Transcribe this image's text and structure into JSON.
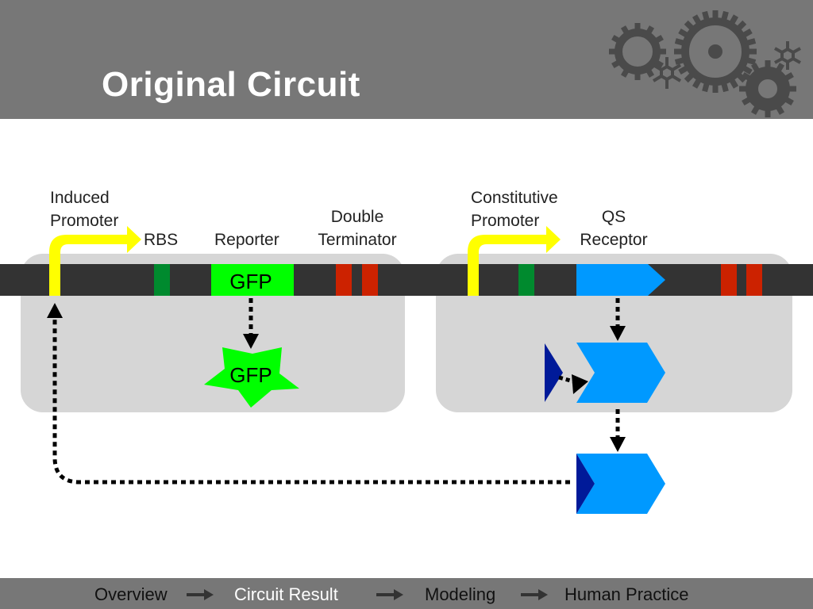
{
  "slide": {
    "title": "Original Circuit"
  },
  "colors": {
    "header": "#777777",
    "dna_backbone": "#333333",
    "promoter": "#ffff00",
    "rbs": "#008a2e",
    "gfp": "#00ff00",
    "terminator": "#cc2200",
    "qs_receptor": "#0099ff",
    "signal_molecule": "#001a99",
    "cell_region": "#d6d6d6"
  },
  "left_circuit": {
    "promoter_label": [
      "Induced",
      "Promoter"
    ],
    "rbs_label": "RBS",
    "reporter_label": "Reporter",
    "terminator_label": [
      "Double",
      "Terminator"
    ],
    "gene_text": "GFP",
    "protein_text": "GFP"
  },
  "right_circuit": {
    "promoter_label": [
      "Constitutive",
      "Promoter"
    ],
    "receptor_label": [
      "QS",
      "Receptor"
    ]
  },
  "footer": {
    "nav": [
      {
        "label": "Overview",
        "active": false
      },
      {
        "label": "Circuit Result",
        "active": true
      },
      {
        "label": "Modeling",
        "active": false
      },
      {
        "label": "Human Practice",
        "active": false
      }
    ]
  }
}
